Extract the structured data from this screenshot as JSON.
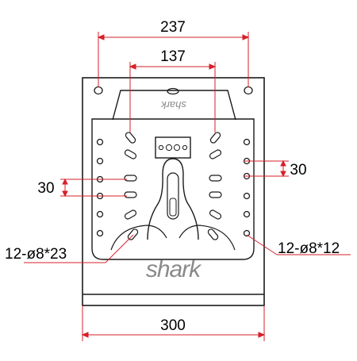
{
  "drawing": {
    "dims": {
      "overall_top": "237",
      "inner_top": "137",
      "pitch_left": "30",
      "pitch_right": "30",
      "slots_left": "12-ø8*23",
      "holes_right": "12-ø8*12",
      "overall_bottom": "300"
    },
    "brand": {
      "main": "shark",
      "small_top": "shark"
    },
    "colors": {
      "dimension_line": "#d6202a",
      "outline": "#1a1a1a",
      "logo": "#8a8a8a"
    }
  }
}
